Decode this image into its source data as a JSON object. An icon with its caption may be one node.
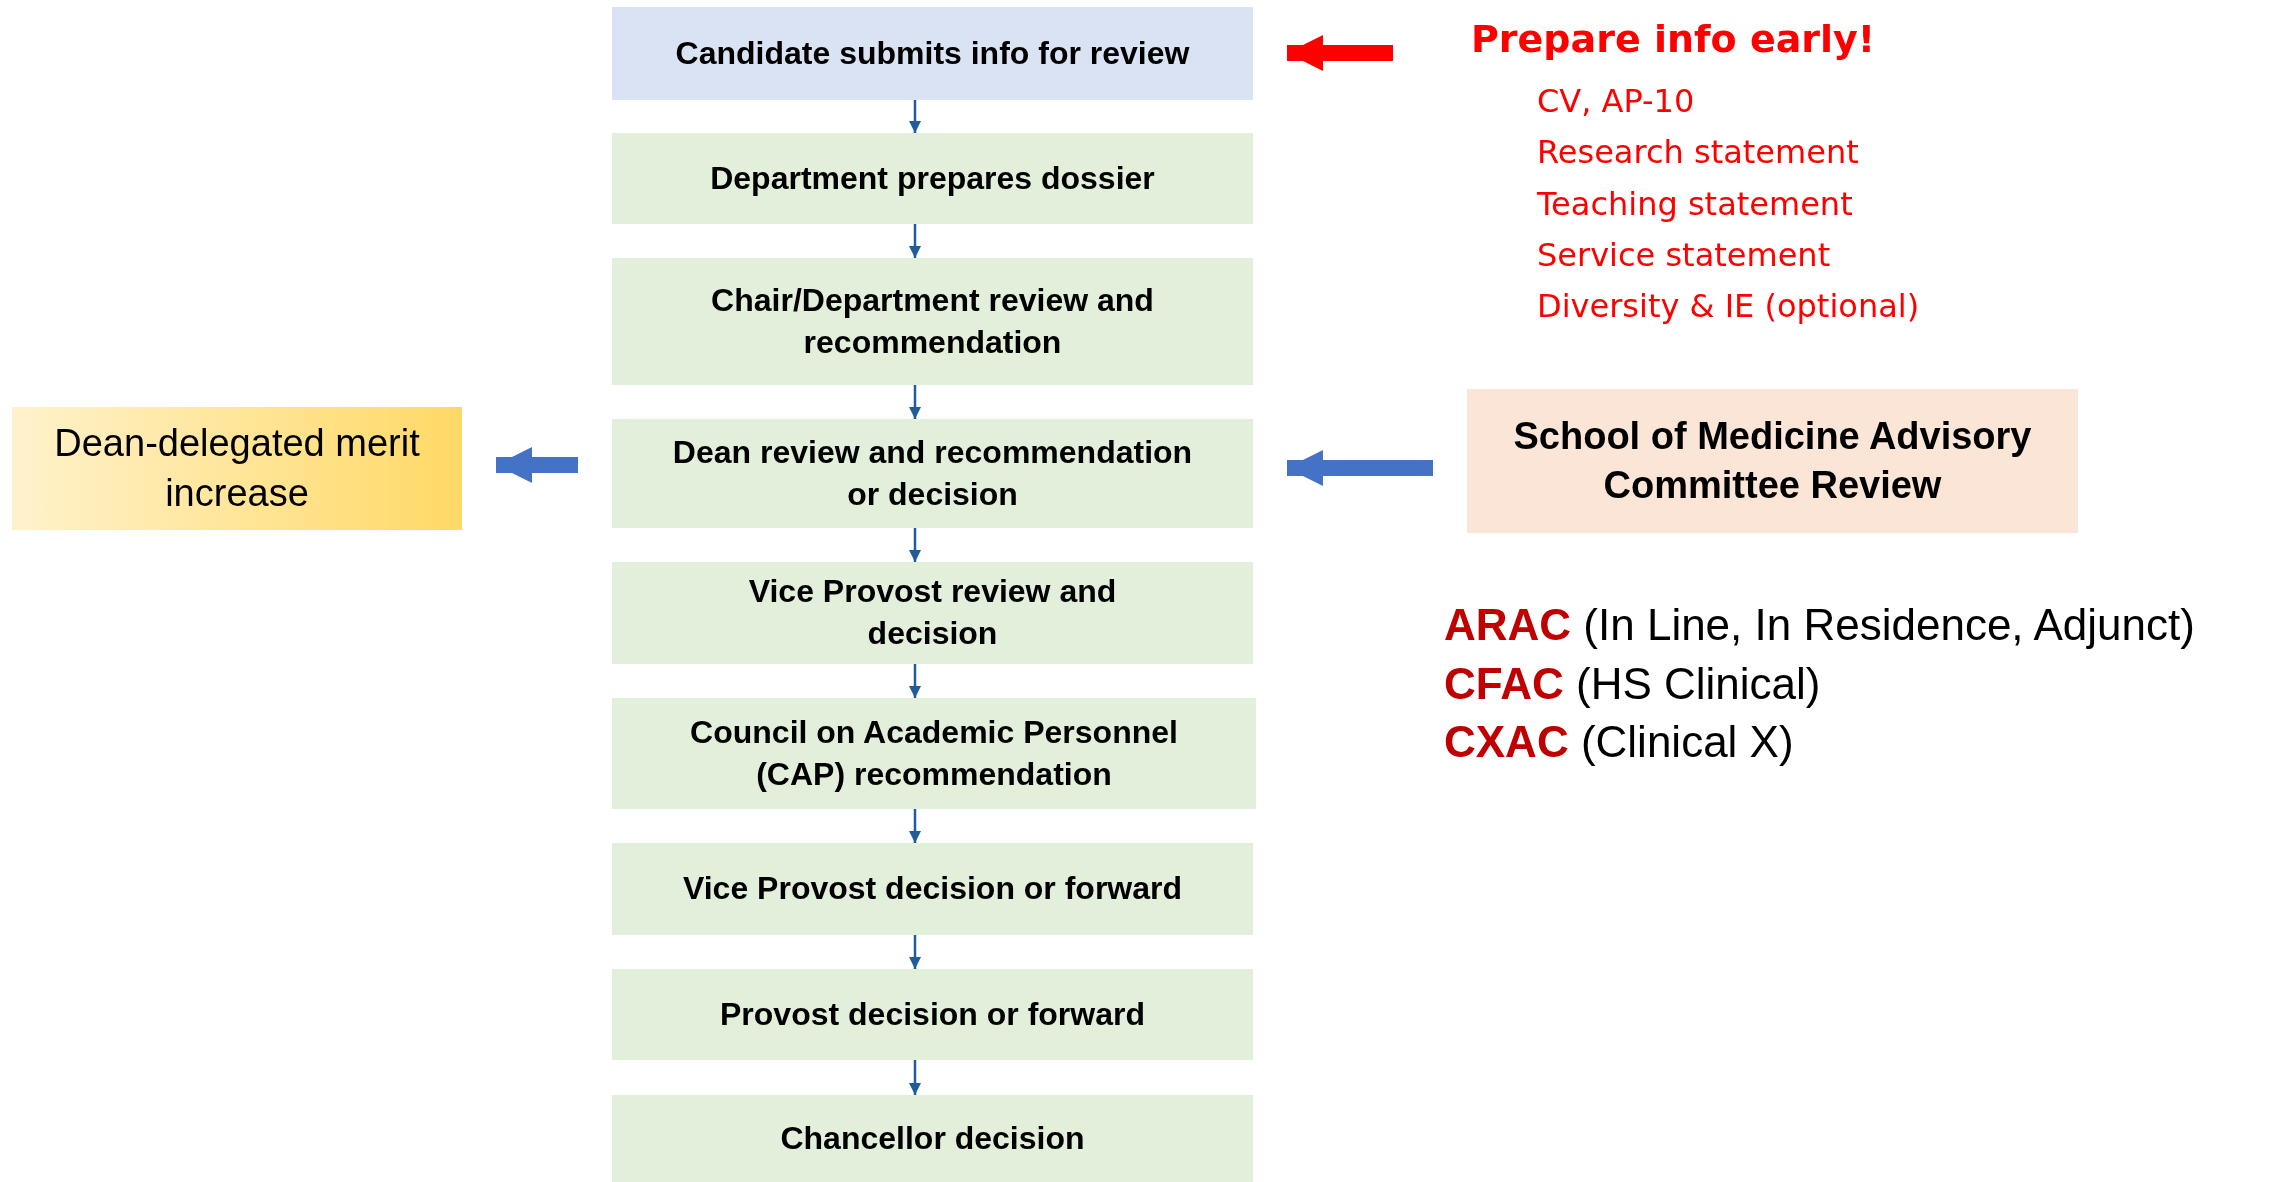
{
  "diagram": {
    "nodes": [
      {
        "text": [
          "Candidate submits info for review"
        ]
      },
      {
        "text": [
          "Department prepares dossier"
        ]
      },
      {
        "text": [
          "Chair/Department review and recommendation"
        ]
      },
      {
        "text": [
          "Dean review and recommendation or decision"
        ]
      },
      {
        "text": [
          "Vice Provost review and decision"
        ]
      },
      {
        "text": [
          "Council on Academic Personnel (CAP) recommendation"
        ]
      },
      {
        "text": [
          "Vice Provost decision or forward"
        ]
      },
      {
        "text": [
          "Provost decision or forward"
        ]
      },
      {
        "text": [
          "Chancellor decision"
        ]
      },
      {
        "text": [
          "Dean-delegated merit increase"
        ]
      },
      {
        "text": [
          "School of Medicine Advisory Committee Review"
        ]
      },
      {
        "text": [
          "Prepare info early!"
        ]
      }
    ],
    "edges": [
      {
        "from": 0,
        "to": 1,
        "arrow": "to"
      },
      {
        "from": 1,
        "to": 2,
        "arrow": "to"
      },
      {
        "from": 2,
        "to": 3,
        "arrow": "to"
      },
      {
        "from": 3,
        "to": 4,
        "arrow": "to"
      },
      {
        "from": 4,
        "to": 5,
        "arrow": "to"
      },
      {
        "from": 5,
        "to": 6,
        "arrow": "to"
      },
      {
        "from": 6,
        "to": 7,
        "arrow": "to"
      },
      {
        "from": 7,
        "to": 8,
        "arrow": "to"
      },
      {
        "from": 3,
        "to": 9,
        "arrow": "to",
        "style": "thick",
        "color": "#4472c4"
      },
      {
        "from": 10,
        "to": 3,
        "arrow": "to",
        "style": "thick",
        "color": "#4472c4"
      },
      {
        "from": 11,
        "to": 0,
        "arrow": "to",
        "style": "thick",
        "color": "#ff0000"
      }
    ],
    "labels": [
      "CV, AP-10",
      "Research statement",
      "Teaching statement",
      "Service statement",
      "Diversity & IE (optional)",
      "**ARAC** (In Line, In Residence, Adjunct)",
      "**CFAC** (HS Clinical)",
      "**CXAC** (Clinical X)"
    ]
  }
}
